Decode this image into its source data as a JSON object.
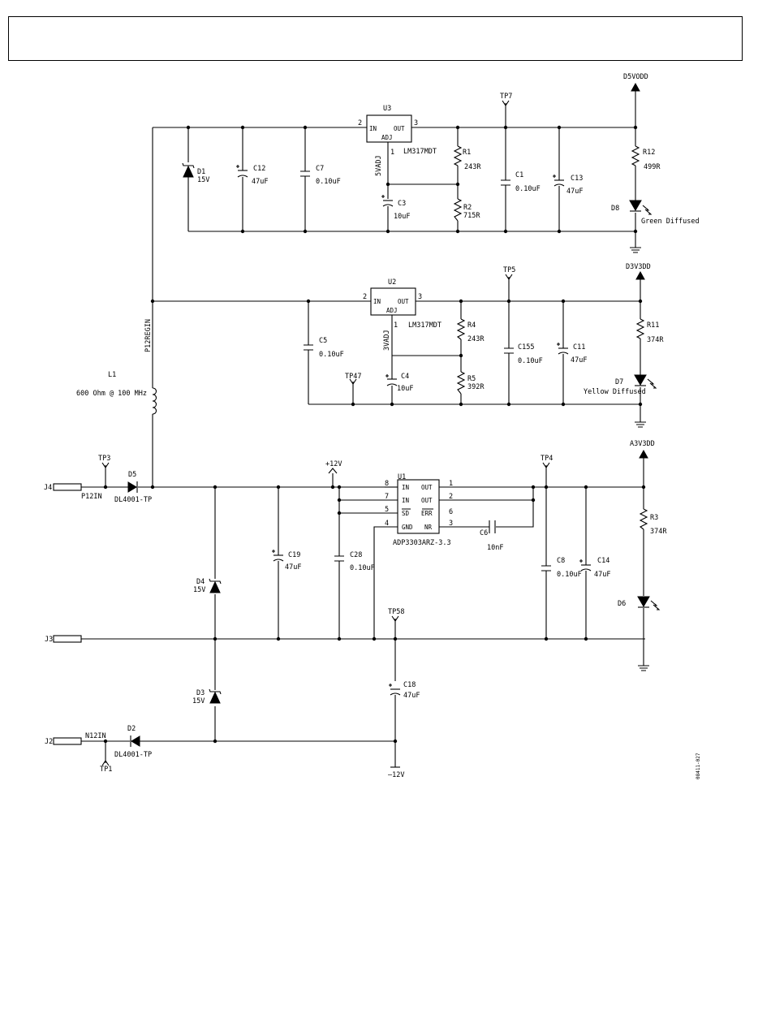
{
  "header": {
    "title": ""
  },
  "figure_id": "08411-027",
  "rails": {
    "d5v": "D5VODD",
    "d3v": "D3V3DD",
    "a3v": "A3V3DD",
    "p12": "+12V",
    "n12": "–12V"
  },
  "nets": {
    "p12regin": "P12REGIN",
    "p12in": "P12IN",
    "n12in": "N12IN",
    "adj5": "5VADJ",
    "adj3": "3VADJ"
  },
  "connectors": {
    "j4": "J4",
    "j3": "J3",
    "j2": "J2"
  },
  "testpoints": {
    "tp7": "TP7",
    "tp5": "TP5",
    "tp47": "TP47",
    "tp3": "TP3",
    "tp4": "TP4",
    "tp58": "TP58",
    "tp1": "TP1"
  },
  "inductor": {
    "ref": "L1",
    "value": "600 Ohm @ 100 MHz"
  },
  "u3": {
    "ref": "U3",
    "in": "IN",
    "out": "OUT",
    "adj": "ADJ",
    "pin_in": "2",
    "pin_out": "3",
    "pin_adj": "1",
    "part": "LM317MDT"
  },
  "u2": {
    "ref": "U2",
    "in": "IN",
    "out": "OUT",
    "adj": "ADJ",
    "pin_in": "2",
    "pin_out": "3",
    "pin_adj": "1",
    "part": "LM317MDT"
  },
  "u1": {
    "ref": "U1",
    "part": "ADP3303ARZ-3.3",
    "left_pins": [
      {
        "num": "8",
        "label": "IN"
      },
      {
        "num": "7",
        "label": "IN"
      },
      {
        "num": "5",
        "label": "SD"
      },
      {
        "num": "4",
        "label": "GND"
      }
    ],
    "right_pins": [
      {
        "num": "1",
        "label": "OUT"
      },
      {
        "num": "2",
        "label": "OUT"
      },
      {
        "num": "6",
        "label": "ERR"
      },
      {
        "num": "3",
        "label": "NR"
      }
    ]
  },
  "diodes": {
    "d1": {
      "ref": "D1",
      "value": "15V"
    },
    "d4": {
      "ref": "D4",
      "value": "15V"
    },
    "d3": {
      "ref": "D3",
      "value": "15V"
    },
    "d5": {
      "ref": "D5",
      "value": "DL4001-TP"
    },
    "d2": {
      "ref": "D2",
      "value": "DL4001-TP"
    }
  },
  "leds": {
    "d8": {
      "ref": "D8",
      "value": "Green Diffused"
    },
    "d7": {
      "ref": "D7",
      "value": "Yellow Diffused"
    },
    "d6": {
      "ref": "D6",
      "value": ""
    }
  },
  "resistors": {
    "r1": {
      "ref": "R1",
      "value": "243R"
    },
    "r2": {
      "ref": "R2",
      "value": "715R"
    },
    "r12": {
      "ref": "R12",
      "value": "499R"
    },
    "r4": {
      "ref": "R4",
      "value": "243R"
    },
    "r5": {
      "ref": "R5",
      "value": "392R"
    },
    "r11": {
      "ref": "R11",
      "value": "374R"
    },
    "r3": {
      "ref": "R3",
      "value": "374R"
    }
  },
  "capacitors": {
    "c12": {
      "ref": "C12",
      "value": "47uF"
    },
    "c7": {
      "ref": "C7",
      "value": "0.10uF"
    },
    "c3": {
      "ref": "C3",
      "value": "10uF"
    },
    "c1": {
      "ref": "C1",
      "value": "0.10uF"
    },
    "c13": {
      "ref": "C13",
      "value": "47uF"
    },
    "c5": {
      "ref": "C5",
      "value": "0.10uF"
    },
    "c4": {
      "ref": "C4",
      "value": "10uF"
    },
    "c155": {
      "ref": "C155",
      "value": "0.10uF"
    },
    "c11": {
      "ref": "C11",
      "value": "47uF"
    },
    "c19": {
      "ref": "C19",
      "value": "47uF"
    },
    "c28": {
      "ref": "C28",
      "value": "0.10uF"
    },
    "c6": {
      "ref": "C6",
      "value": "10nF"
    },
    "c8": {
      "ref": "C8",
      "value": "0.10uF"
    },
    "c14": {
      "ref": "C14",
      "value": "47uF"
    },
    "c18": {
      "ref": "C18",
      "value": "47uF"
    }
  }
}
